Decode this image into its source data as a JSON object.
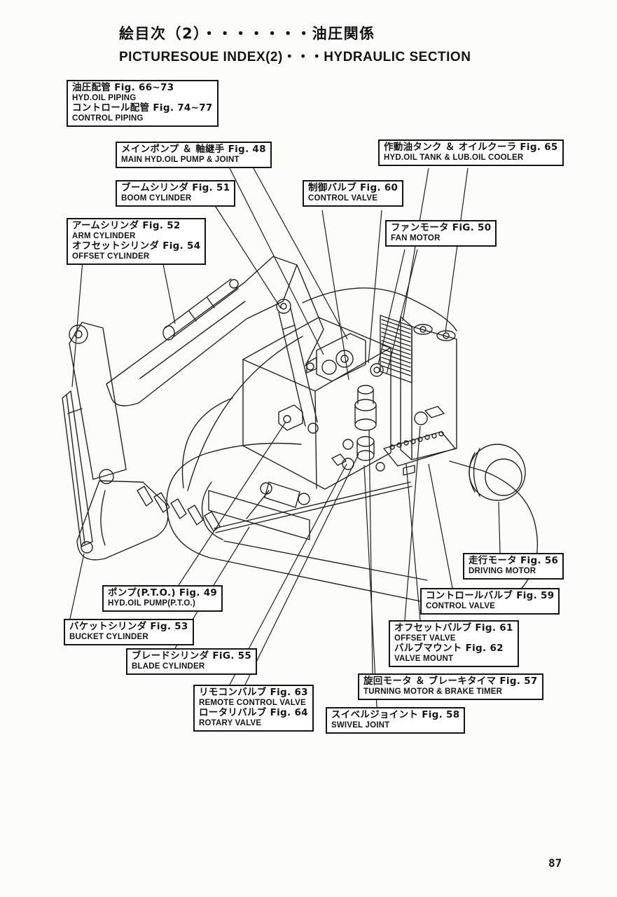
{
  "page": {
    "title_ja": "絵目次（2）・・・・・・・油圧関係",
    "title_en": "PICTURESOUE INDEX(2)・・・HYDRAULIC SECTION",
    "page_number": "87"
  },
  "callouts": {
    "piping": {
      "items": [
        {
          "ja": "油圧配管 Fig. 66~73",
          "en": "HYD.OIL PIPING"
        },
        {
          "ja": "コントロール配管 Fig. 74~77",
          "en": "CONTROL PIPING"
        }
      ]
    },
    "main_pump": {
      "items": [
        {
          "ja": "メインポンプ ＆ 軸継手 Fig. 48",
          "en": "MAIN HYD.OIL PUMP & JOINT"
        }
      ]
    },
    "boom_cylinder": {
      "items": [
        {
          "ja": "ブームシリンダ Fig. 51",
          "en": "BOOM CYLINDER"
        }
      ]
    },
    "arm_offset": {
      "items": [
        {
          "ja": "アームシリンダ Fig. 52",
          "en": "ARM CYLINDER"
        },
        {
          "ja": "オフセットシリンダ Fig. 54",
          "en": "OFFSET CYLINDER"
        }
      ]
    },
    "control_valve_60": {
      "items": [
        {
          "ja": "制御バルブ Fig. 60",
          "en": "CONTROL VALVE"
        }
      ]
    },
    "tank_cooler": {
      "items": [
        {
          "ja": "作動油タンク ＆ オイルクーラ Fig. 65",
          "en": "HYD.OIL TANK & LUB.OIL COOLER"
        }
      ]
    },
    "fan_motor": {
      "items": [
        {
          "ja": "ファンモータ FiG. 50",
          "en": "FAN MOTOR"
        }
      ]
    },
    "pump_pto": {
      "items": [
        {
          "ja": "ポンプ(P.T.O.) Fig. 49",
          "en": "HYD.OIL PUMP(P.T.O.)"
        }
      ]
    },
    "bucket_cylinder": {
      "items": [
        {
          "ja": "バケットシリンダ Fig. 53",
          "en": "BUCKET CYLINDER"
        }
      ]
    },
    "blade_cylinder": {
      "items": [
        {
          "ja": "ブレードシリンダ FiG. 55",
          "en": "BLADE CYLINDER"
        }
      ]
    },
    "remote_rotary": {
      "items": [
        {
          "ja": "リモコンバルブ Fig. 63",
          "en": "REMOTE CONTROL VALVE"
        },
        {
          "ja": "ロータリバルブ Fig. 64",
          "en": "ROTARY VALVE"
        }
      ]
    },
    "swivel_joint": {
      "items": [
        {
          "ja": "スイベルジョイント Fig. 58",
          "en": "SWIVEL JOINT"
        }
      ]
    },
    "turning_motor": {
      "items": [
        {
          "ja": "旋回モータ ＆ ブレーキタイマ Fig. 57",
          "en": "TURNING MOTOR & BRAKE TIMER"
        }
      ]
    },
    "offset_valve_mount": {
      "items": [
        {
          "ja": "オフセットバルブ Fig. 61",
          "en": "OFFSET VALVE"
        },
        {
          "ja": "バルブマウント Fig. 62",
          "en": "VALVE MOUNT"
        }
      ]
    },
    "control_valve_59": {
      "items": [
        {
          "ja": "コントロールバルブ Fig. 59",
          "en": "CONTROL VALVE"
        }
      ]
    },
    "driving_motor": {
      "items": [
        {
          "ja": "走行モータ Fig. 56",
          "en": "DRIVING MOTOR"
        }
      ]
    }
  }
}
